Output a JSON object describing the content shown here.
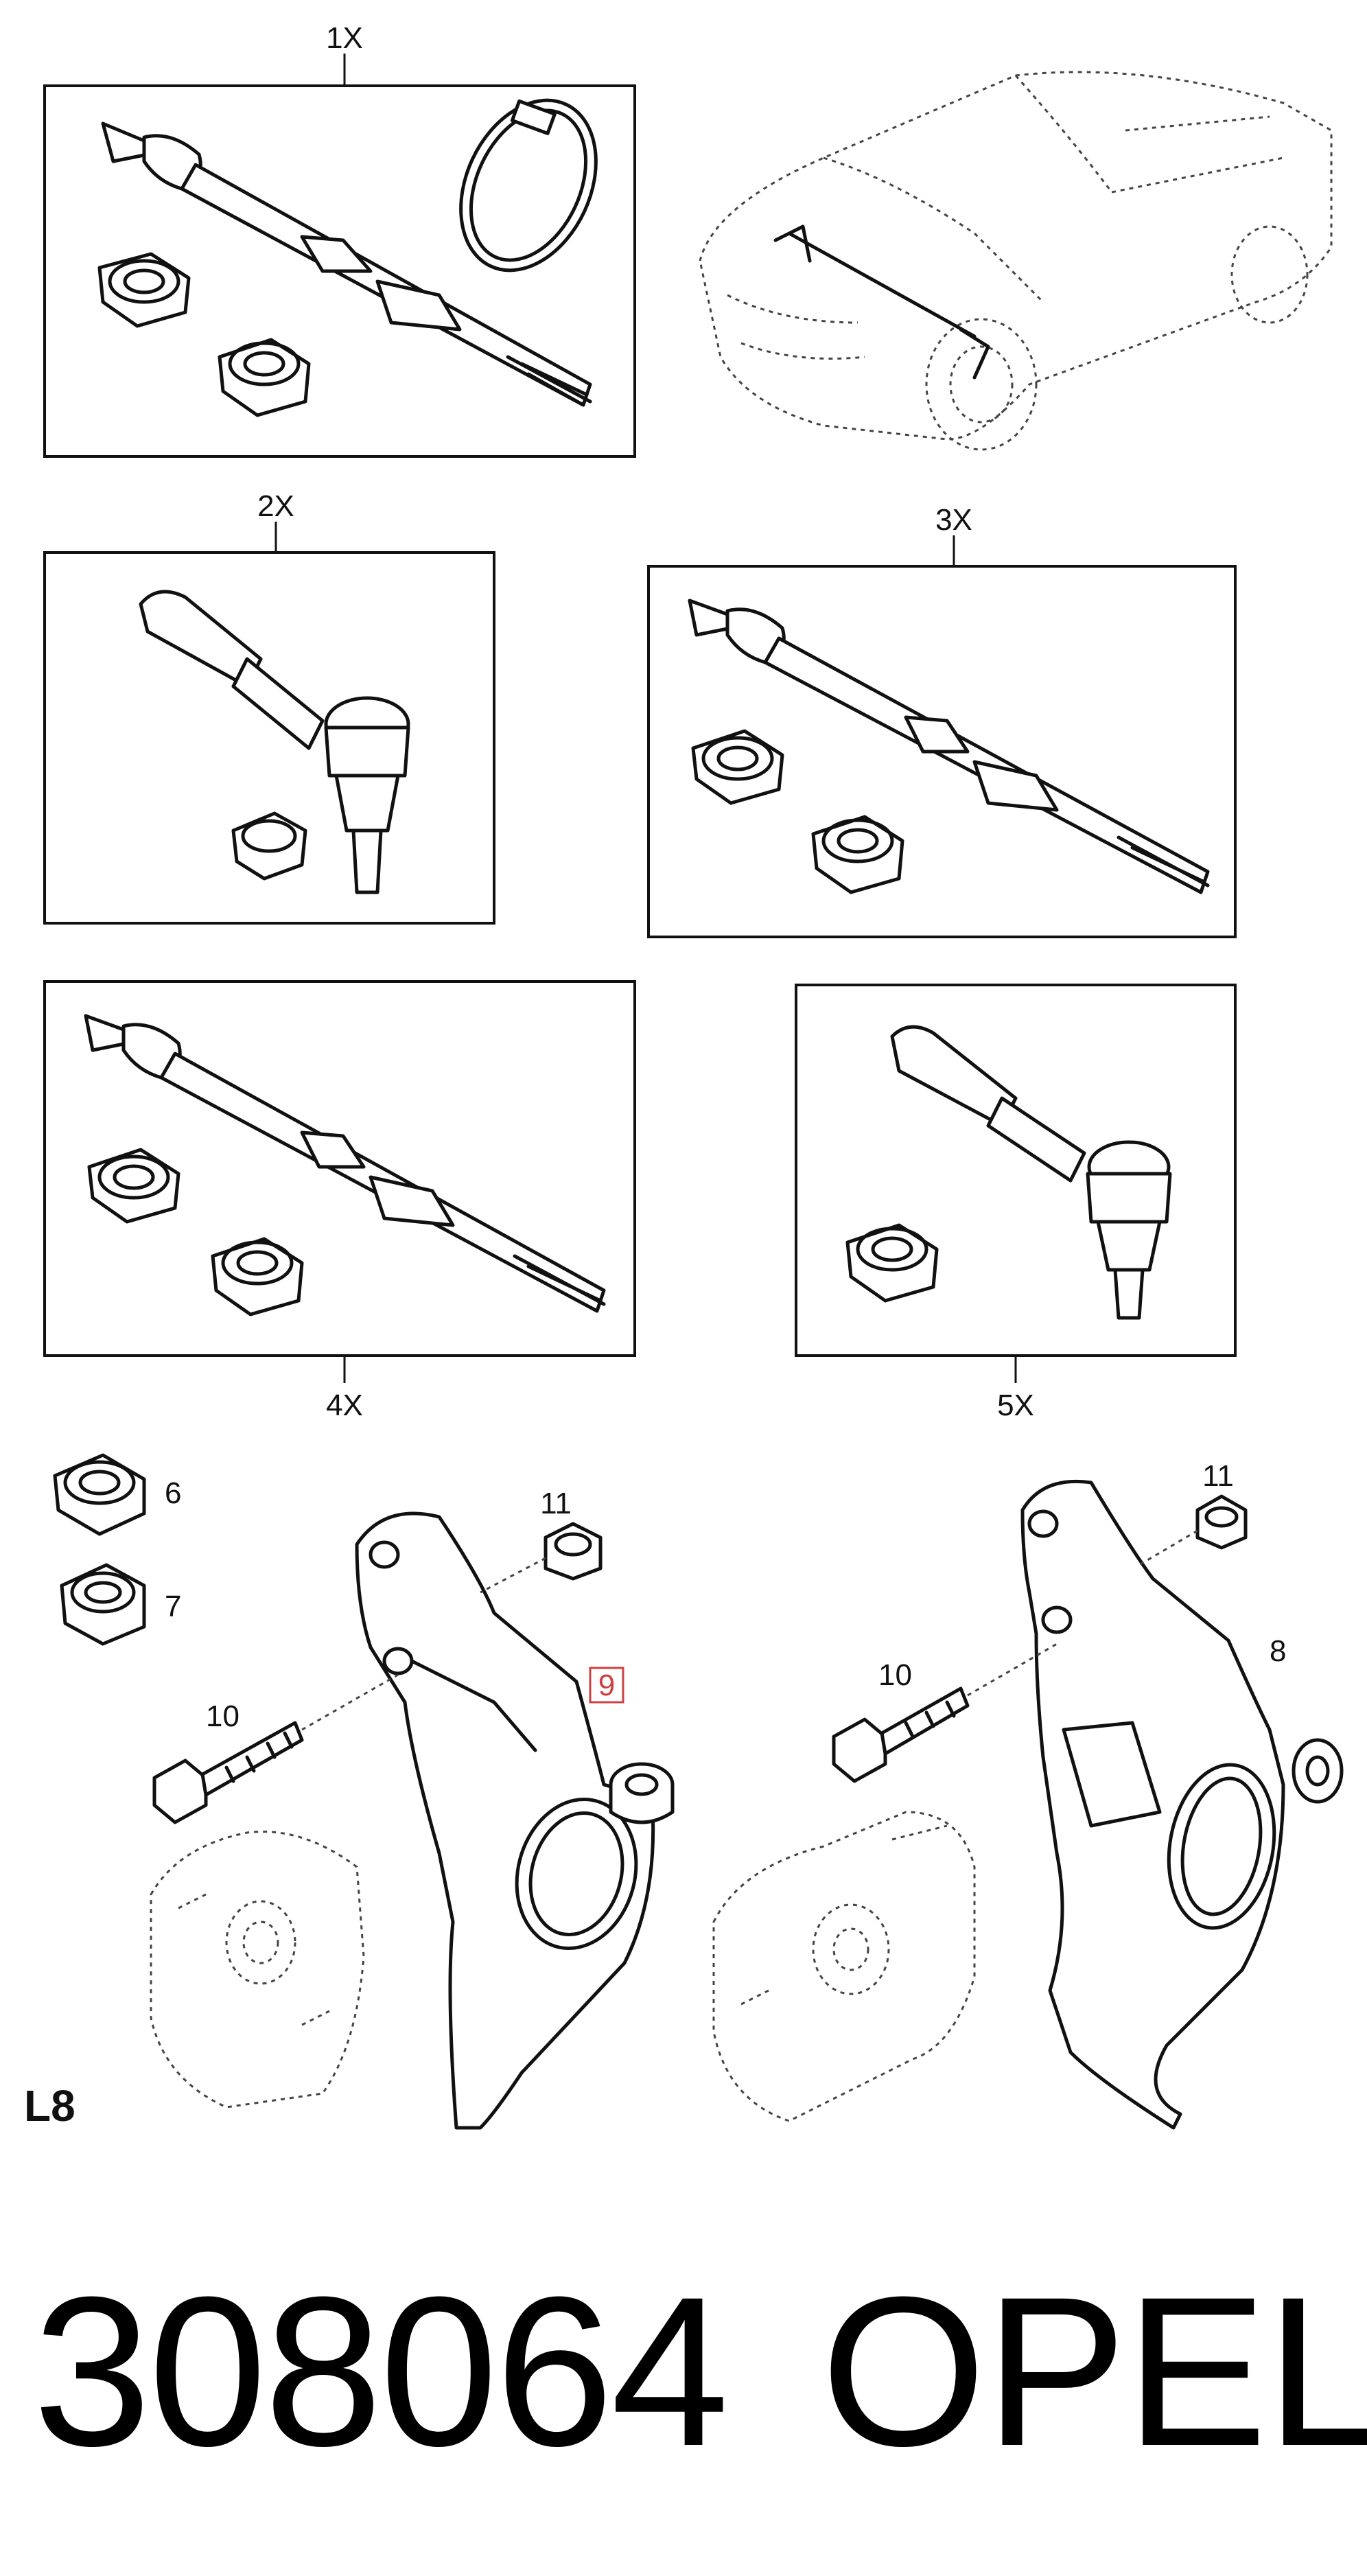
{
  "callouts": {
    "c1": "1X",
    "c2": "2X",
    "c3": "3X",
    "c4": "4X",
    "c5": "5X",
    "c6": "6",
    "c7": "7",
    "c8": "8",
    "c9": "9",
    "c10a": "10",
    "c10b": "10",
    "c11a": "11",
    "c11b": "11"
  },
  "section_label": "L8",
  "part_number": "308064",
  "brand": "OPEL",
  "colors": {
    "line": "#111111",
    "highlight": "#d04040",
    "background": "#ffffff"
  }
}
